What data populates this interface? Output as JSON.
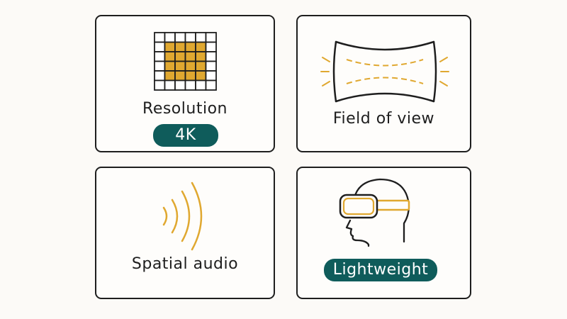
{
  "colors": {
    "accent": "#e0a830",
    "teal": "#0f5c5b",
    "ink": "#1e1e1e"
  },
  "cards": [
    {
      "id": "resolution",
      "icon": "pixel-grid-icon",
      "label": "Resolution",
      "badge": "4K"
    },
    {
      "id": "field-of-view",
      "icon": "field-of-view-icon",
      "label": "Field of view"
    },
    {
      "id": "spatial-audio",
      "icon": "sound-waves-icon",
      "label": "Spatial audio"
    },
    {
      "id": "lightweight",
      "icon": "vr-headset-head-icon",
      "badge": "Lightweight"
    }
  ]
}
